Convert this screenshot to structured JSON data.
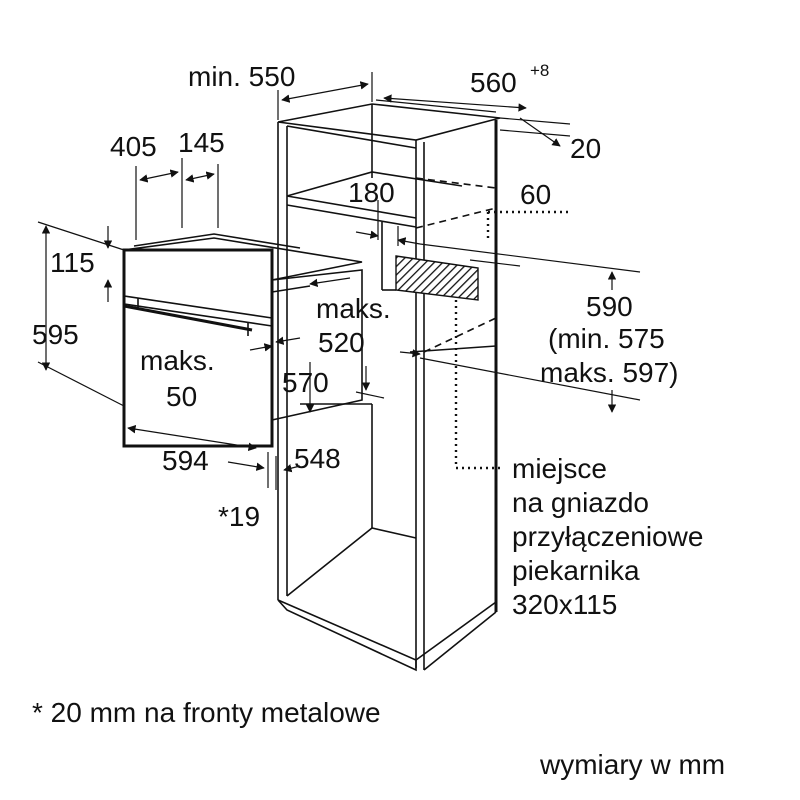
{
  "dimensions": {
    "min_550": "min. 550",
    "d560": "560",
    "d560_sup": "+8",
    "d20": "20",
    "d405": "405",
    "d145": "145",
    "d180": "180",
    "d60": "60",
    "d115": "115",
    "d595": "595",
    "d590": "590",
    "d590_min": "(min. 575",
    "d590_max": "maks. 597)",
    "maks520_a": "maks.",
    "maks520_b": "520",
    "maks50_a": "maks.",
    "maks50_b": "50",
    "d570": "570",
    "d594": "594",
    "d548": "548",
    "d19": "*19"
  },
  "socket_note": {
    "line1": "miejsce",
    "line2": "na gniazdo",
    "line3": "przyłączeniowe",
    "line4": "piekarnika",
    "line5": "320x115"
  },
  "footnote": "* 20 mm na fronty metalowe",
  "units_note": "wymiary w mm"
}
